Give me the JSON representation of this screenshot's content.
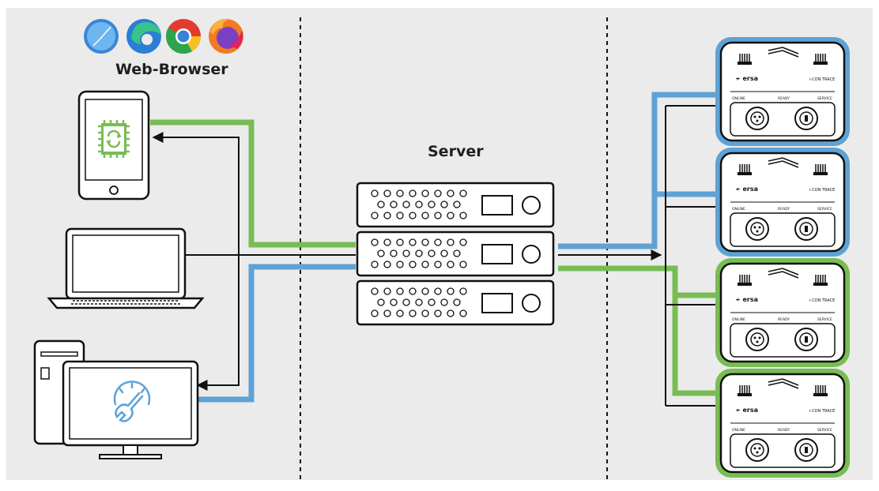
{
  "labels": {
    "web_browser": "Web-Browser",
    "server": "Server"
  },
  "browser_icons": [
    "safari-icon",
    "edge-icon",
    "chrome-icon",
    "firefox-icon"
  ],
  "device": {
    "brand": "ersa",
    "product": "i-CON TRACE",
    "status_labels": [
      "ONLINE",
      "READY",
      "SERVICE"
    ],
    "units": [
      {
        "id": "station-1",
        "link": "blue"
      },
      {
        "id": "station-2",
        "link": "blue"
      },
      {
        "id": "station-3",
        "link": "green"
      },
      {
        "id": "station-4",
        "link": "green"
      }
    ]
  },
  "colors": {
    "background": "#ebebeb",
    "green": "#78bc53",
    "blue": "#5ea2d6",
    "line": "#111111"
  }
}
